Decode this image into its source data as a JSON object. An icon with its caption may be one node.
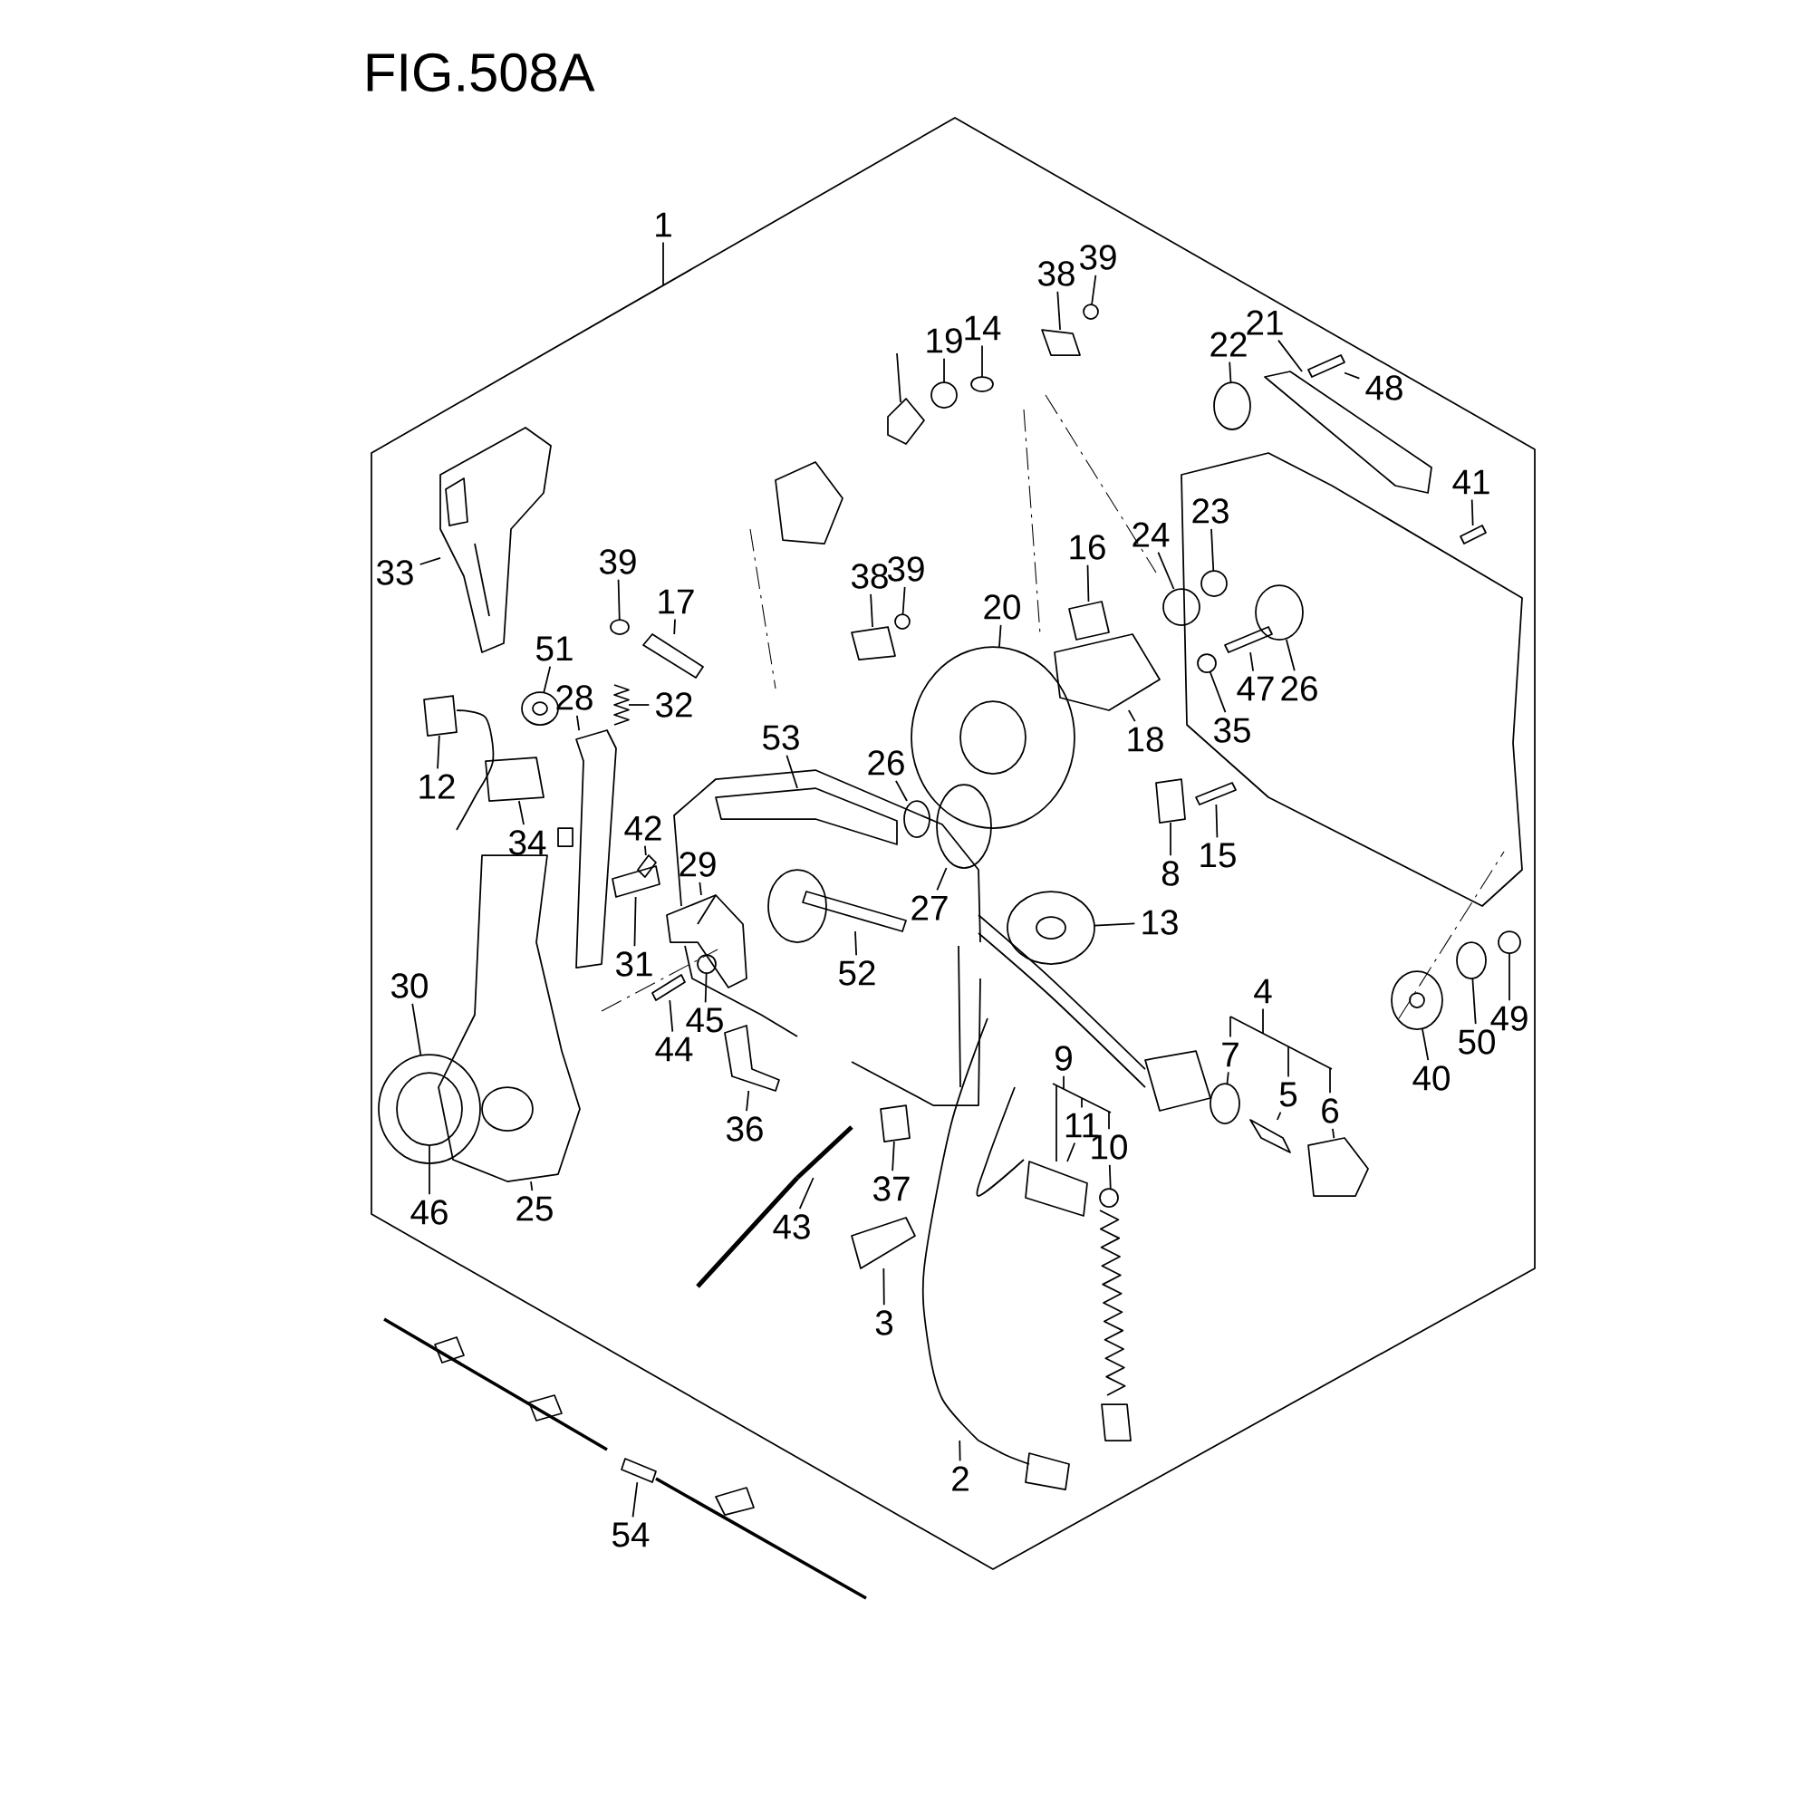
{
  "diagram": {
    "title": "FIG.508A",
    "nodes": [
      {
        "text": [
          "1"
        ]
      },
      {
        "text": [],
        "shape": "hexagon"
      },
      {
        "text": [
          "39"
        ],
        "in": 1
      },
      {
        "text": [
          "38"
        ],
        "in": 1
      },
      {
        "text": [
          "14"
        ],
        "in": 1
      },
      {
        "text": [
          "21"
        ],
        "in": 1
      },
      {
        "text": [
          "19"
        ],
        "in": 1
      },
      {
        "text": [
          "22"
        ],
        "in": 1
      },
      {
        "text": [
          "48"
        ],
        "in": 1
      },
      {
        "text": [
          "41"
        ],
        "in": 1
      },
      {
        "text": [
          "23"
        ],
        "in": 1
      },
      {
        "text": [
          "24"
        ],
        "in": 1
      },
      {
        "text": [
          "16"
        ],
        "in": 1
      },
      {
        "text": [
          "39"
        ],
        "in": 1
      },
      {
        "text": [
          "33"
        ],
        "in": 1
      },
      {
        "text": [
          "39"
        ],
        "in": 1
      },
      {
        "text": [
          "38"
        ],
        "in": 1
      },
      {
        "text": [
          "17"
        ],
        "in": 1
      },
      {
        "text": [
          "20"
        ],
        "in": 1
      },
      {
        "text": [
          "51"
        ],
        "in": 1
      },
      {
        "text": [
          "47"
        ],
        "in": 1
      },
      {
        "text": [
          "26"
        ],
        "in": 1
      },
      {
        "text": [
          "28"
        ],
        "in": 1
      },
      {
        "text": [
          "32"
        ],
        "in": 1
      },
      {
        "text": [
          "35"
        ],
        "in": 1
      },
      {
        "text": [
          "53"
        ],
        "in": 1
      },
      {
        "text": [
          "18"
        ],
        "in": 1
      },
      {
        "text": [
          "26"
        ],
        "in": 1
      },
      {
        "text": [
          "12"
        ],
        "in": 1
      },
      {
        "text": [
          "42"
        ],
        "in": 1
      },
      {
        "text": [
          "34"
        ],
        "in": 1
      },
      {
        "text": [
          "15"
        ],
        "in": 1
      },
      {
        "text": [
          "29"
        ],
        "in": 1
      },
      {
        "text": [
          "8"
        ],
        "in": 1
      },
      {
        "text": [
          "27"
        ],
        "in": 1
      },
      {
        "text": [
          "13"
        ],
        "in": 1
      },
      {
        "text": [
          "31"
        ],
        "in": 1
      },
      {
        "text": [
          "52"
        ],
        "in": 1
      },
      {
        "text": [
          "30"
        ],
        "in": 1
      },
      {
        "text": [
          "4"
        ],
        "in": 1
      },
      {
        "text": [
          "40"
        ],
        "in": 1
      },
      {
        "text": [
          "45"
        ],
        "in": 1
      },
      {
        "text": [
          "50"
        ],
        "in": 1
      },
      {
        "text": [
          "49"
        ],
        "in": 1
      },
      {
        "text": [
          "44"
        ],
        "in": 1
      },
      {
        "text": [
          "7"
        ],
        "in": 1
      },
      {
        "text": [
          "9"
        ],
        "in": 1
      },
      {
        "text": [
          "5"
        ],
        "in": 1
      },
      {
        "text": [
          "6"
        ],
        "in": 1
      },
      {
        "text": [
          "11"
        ],
        "in": 1
      },
      {
        "text": [
          "36"
        ],
        "in": 1
      },
      {
        "text": [
          "10"
        ],
        "in": 1
      },
      {
        "text": [
          "37"
        ],
        "in": 1
      },
      {
        "text": [
          "25"
        ],
        "in": 1
      },
      {
        "text": [
          "46"
        ],
        "in": 1
      },
      {
        "text": [
          "43"
        ],
        "in": 1
      },
      {
        "text": [
          "3"
        ],
        "in": 1
      },
      {
        "text": [
          "2"
        ],
        "in": 1
      },
      {
        "text": [
          "54"
        ]
      },
      {
        "text": [],
        "shape": "circle",
        "in": 1
      },
      {
        "text": [],
        "shape": "box",
        "in": 1
      },
      {
        "text": [],
        "shape": "circle",
        "in": 1
      },
      {
        "text": [],
        "shape": "box",
        "in": 1
      },
      {
        "text": [],
        "shape": "circle",
        "in": 1
      },
      {
        "text": [],
        "shape": "circle",
        "in": 1
      },
      {
        "text": [],
        "shape": "box",
        "in": 1
      },
      {
        "text": [],
        "shape": "box",
        "in": 1
      },
      {
        "text": [],
        "shape": "circle",
        "in": 1
      },
      {
        "text": [],
        "shape": "circle",
        "in": 1
      },
      {
        "text": [],
        "shape": "box",
        "in": 1
      },
      {
        "text": [],
        "shape": "circle",
        "in": 1
      },
      {
        "text": [],
        "shape": "picture",
        "in": 1
      },
      {
        "text": [],
        "shape": "circle",
        "in": 1
      },
      {
        "text": [],
        "shape": "box",
        "in": 1
      },
      {
        "text": [],
        "shape": "box",
        "in": 1
      },
      {
        "text": [],
        "shape": "picture",
        "in": 1
      },
      {
        "text": [],
        "shape": "picture",
        "in": 1
      },
      {
        "text": [],
        "shape": "box",
        "in": 1
      },
      {
        "text": [],
        "shape": "circle",
        "in": 1
      },
      {
        "text": [],
        "shape": "box",
        "in": 1
      },
      {
        "text": [],
        "shape": "picture",
        "in": 1
      },
      {
        "text": [],
        "shape": "circle",
        "in": 1
      },
      {
        "text": [],
        "shape": "box",
        "in": 1
      },
      {
        "text": [],
        "shape": "box",
        "in": 1
      },
      {
        "text": [],
        "shape": "circle",
        "in": 1
      },
      {
        "text": [],
        "shape": "box",
        "in": 1
      },
      {
        "text": [],
        "shape": "box",
        "in": 1
      },
      {
        "text": [],
        "shape": "box",
        "in": 1
      },
      {
        "text": [],
        "shape": "box",
        "in": 1
      },
      {
        "text": [],
        "shape": "picture",
        "in": 1
      },
      {
        "text": [],
        "shape": "box",
        "in": 1
      },
      {
        "text": [],
        "shape": "circle",
        "in": 1
      },
      {
        "text": [],
        "shape": "picture",
        "in": 1
      },
      {
        "text": [],
        "shape": "box",
        "in": 1
      },
      {
        "text": [],
        "shape": "box",
        "in": 1
      },
      {
        "text": [],
        "shape": "circle",
        "in": 1
      },
      {
        "text": [],
        "shape": "picture",
        "in": 1
      },
      {
        "text": [],
        "shape": "circle",
        "in": 89
      },
      {
        "text": [],
        "shape": "circle",
        "in": 1
      },
      {
        "text": [],
        "shape": "circle",
        "in": 1
      },
      {
        "text": [],
        "shape": "box",
        "in": 1
      },
      {
        "text": [],
        "shape": "circle",
        "in": 1
      },
      {
        "text": [],
        "shape": "box",
        "in": 1
      },
      {
        "text": [],
        "shape": "box",
        "in": 1
      },
      {
        "text": [],
        "shape": "box",
        "in": 1
      },
      {
        "text": [],
        "shape": "box",
        "in": 1
      },
      {
        "text": [],
        "shape": "picture",
        "in": 1
      },
      {
        "text": [],
        "shape": "box",
        "in": 1
      },
      {
        "text": [],
        "shape": "picture",
        "in": 1
      },
      {
        "text": [],
        "shape": "circle",
        "in": 95
      },
      {
        "text": [],
        "shape": "picture",
        "in": 1
      },
      {
        "text": [],
        "shape": "box",
        "in": 1
      },
      {
        "text": [],
        "shape": "picture",
        "in": 1
      },
      {
        "text": [],
        "shape": "box"
      }
    ],
    "edges": [
      {
        "from": 0,
        "to": 1,
        "arrow": "none"
      },
      {
        "from": 2,
        "to": 59,
        "arrow": "none"
      },
      {
        "from": 3,
        "to": 60,
        "arrow": "none"
      },
      {
        "from": 4,
        "to": 61,
        "arrow": "none"
      },
      {
        "from": 5,
        "to": 62,
        "arrow": "none"
      },
      {
        "from": 6,
        "to": 63,
        "arrow": "none"
      },
      {
        "from": 7,
        "to": 64,
        "arrow": "none"
      },
      {
        "from": 8,
        "to": 65,
        "arrow": "none"
      },
      {
        "from": 9,
        "to": 66,
        "arrow": "none"
      },
      {
        "from": 10,
        "to": 67,
        "arrow": "none"
      },
      {
        "from": 11,
        "to": 68,
        "arrow": "none"
      },
      {
        "from": 12,
        "to": 69,
        "arrow": "none"
      },
      {
        "from": 13,
        "to": 70,
        "arrow": "none"
      },
      {
        "from": 14,
        "to": 71,
        "arrow": "none"
      },
      {
        "from": 15,
        "to": 72,
        "arrow": "none"
      },
      {
        "from": 16,
        "to": 73,
        "arrow": "none"
      },
      {
        "from": 17,
        "to": 74,
        "arrow": "none"
      },
      {
        "from": 18,
        "to": 75,
        "arrow": "none"
      },
      {
        "from": 19,
        "to": 76,
        "arrow": "none"
      },
      {
        "from": 20,
        "to": 77,
        "arrow": "none"
      },
      {
        "from": 21,
        "to": 78,
        "arrow": "none"
      },
      {
        "from": 22,
        "to": 79,
        "arrow": "none"
      },
      {
        "from": 23,
        "to": 80,
        "arrow": "none"
      },
      {
        "from": 24,
        "to": 81,
        "arrow": "none"
      },
      {
        "from": 25,
        "to": 82,
        "arrow": "none"
      },
      {
        "from": 26,
        "to": 83,
        "arrow": "none"
      },
      {
        "from": 27,
        "to": 84,
        "arrow": "none"
      },
      {
        "from": 28,
        "to": 85,
        "arrow": "none"
      },
      {
        "from": 29,
        "to": 86,
        "arrow": "none"
      },
      {
        "from": 30,
        "to": 87,
        "arrow": "none"
      },
      {
        "from": 31,
        "to": 88,
        "arrow": "none"
      },
      {
        "from": 32,
        "to": 89,
        "arrow": "none"
      },
      {
        "from": 33,
        "to": 90,
        "arrow": "none"
      },
      {
        "from": 34,
        "to": 91,
        "arrow": "none"
      },
      {
        "from": 35,
        "to": 92,
        "arrow": "none"
      },
      {
        "from": 36,
        "to": 93,
        "arrow": "none"
      },
      {
        "from": 37,
        "to": 94,
        "arrow": "none"
      },
      {
        "from": 38,
        "to": 95,
        "arrow": "none"
      },
      {
        "from": 39,
        "to": 45,
        "arrow": "none"
      },
      {
        "from": 40,
        "to": 96,
        "arrow": "none"
      },
      {
        "from": 41,
        "to": 97,
        "arrow": "none"
      },
      {
        "from": 42,
        "to": 98,
        "arrow": "none"
      },
      {
        "from": 43,
        "to": 99,
        "arrow": "none"
      },
      {
        "from": 44,
        "to": 100,
        "arrow": "none"
      },
      {
        "from": 45,
        "to": 101,
        "arrow": "none"
      },
      {
        "from": 46,
        "to": 104,
        "arrow": "none"
      },
      {
        "from": 47,
        "to": 102,
        "arrow": "none"
      },
      {
        "from": 48,
        "to": 103,
        "arrow": "none"
      },
      {
        "from": 49,
        "to": 104,
        "arrow": "none"
      },
      {
        "from": 50,
        "to": 105,
        "arrow": "none"
      },
      {
        "from": 51,
        "to": 106,
        "arrow": "none"
      },
      {
        "from": 52,
        "to": 107,
        "arrow": "none"
      },
      {
        "from": 53,
        "to": 108,
        "arrow": "none"
      },
      {
        "from": 54,
        "to": 109,
        "arrow": "none"
      },
      {
        "from": 55,
        "to": 110,
        "arrow": "none"
      },
      {
        "from": 56,
        "to": 111,
        "arrow": "none"
      },
      {
        "from": 57,
        "to": 112,
        "arrow": "none"
      },
      {
        "from": 58,
        "to": 113,
        "arrow": "none"
      },
      {
        "from": 39,
        "to": 47,
        "arrow": "none"
      },
      {
        "from": 39,
        "to": 48,
        "arrow": "none"
      },
      {
        "from": 46,
        "to": 49,
        "arrow": "none"
      },
      {
        "from": 46,
        "to": 51,
        "arrow": "none"
      }
    ]
  }
}
